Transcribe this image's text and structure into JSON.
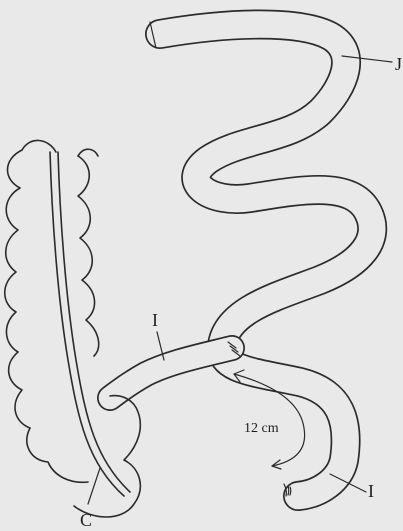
{
  "figure": {
    "labels": {
      "small_bowel_top": "J",
      "ileum_left": "I",
      "ileum_bottom": "I",
      "colon": "C",
      "measurement": "12 cm"
    }
  }
}
